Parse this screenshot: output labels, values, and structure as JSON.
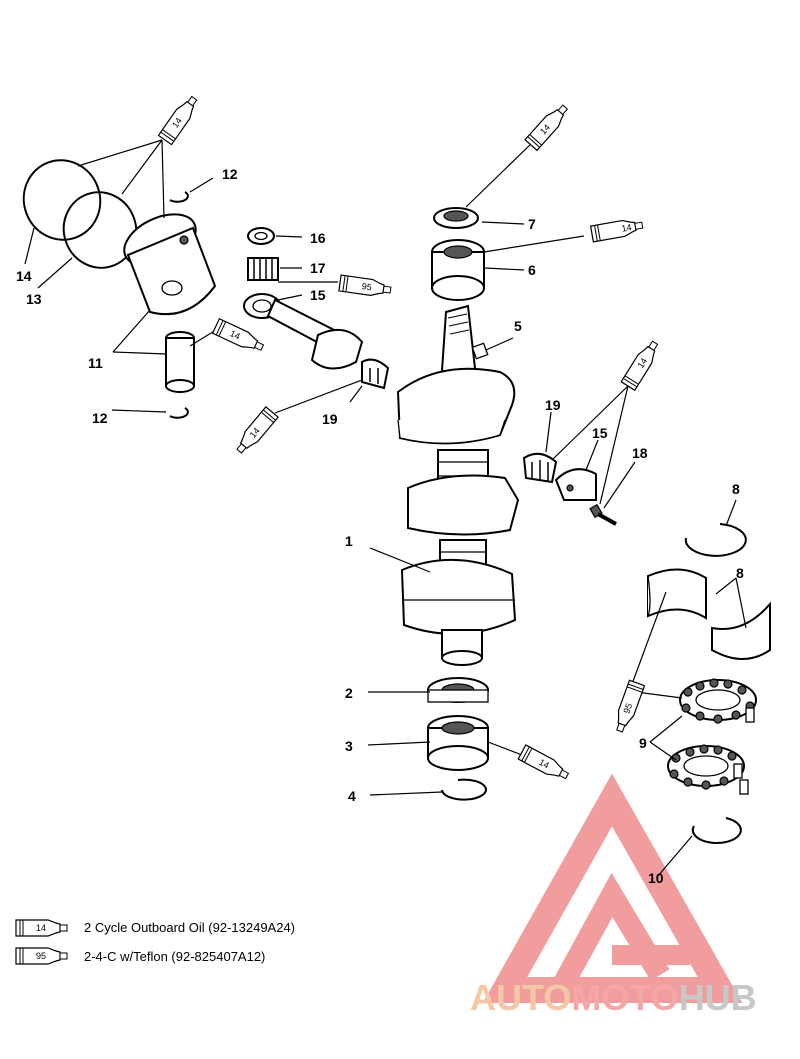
{
  "callouts": {
    "c1": "1",
    "c2": "2",
    "c3": "3",
    "c4": "4",
    "c5": "5",
    "c6": "6",
    "c7": "7",
    "c8a": "8",
    "c8b": "8",
    "c9": "9",
    "c10": "10",
    "c11": "11",
    "c12a": "12",
    "c12b": "12",
    "c13": "13",
    "c14": "14",
    "c15a": "15",
    "c15b": "15",
    "c16": "16",
    "c17": "17",
    "c18": "18",
    "c19a": "19",
    "c19b": "19"
  },
  "tubes": {
    "t1": "14",
    "t2": "14",
    "t3": "14",
    "t4": "95",
    "t5": "14",
    "t6": "14",
    "t7": "14",
    "t8": "14",
    "t9": "95"
  },
  "legend": {
    "item1_code": "14",
    "item1_text": "2 Cycle Outboard Oil (92-13249A24)",
    "item2_code": "95",
    "item2_text": "2-4-C w/Teflon (92-825407A12)"
  },
  "watermark": {
    "part1": "AUTO",
    "part2": "MOTO",
    "part3": "HUB",
    "colors": {
      "auto": "#f5c7a6",
      "moto": "#f3a7a7",
      "hub": "#c8c8c8",
      "logo": "#f08c8c"
    }
  }
}
